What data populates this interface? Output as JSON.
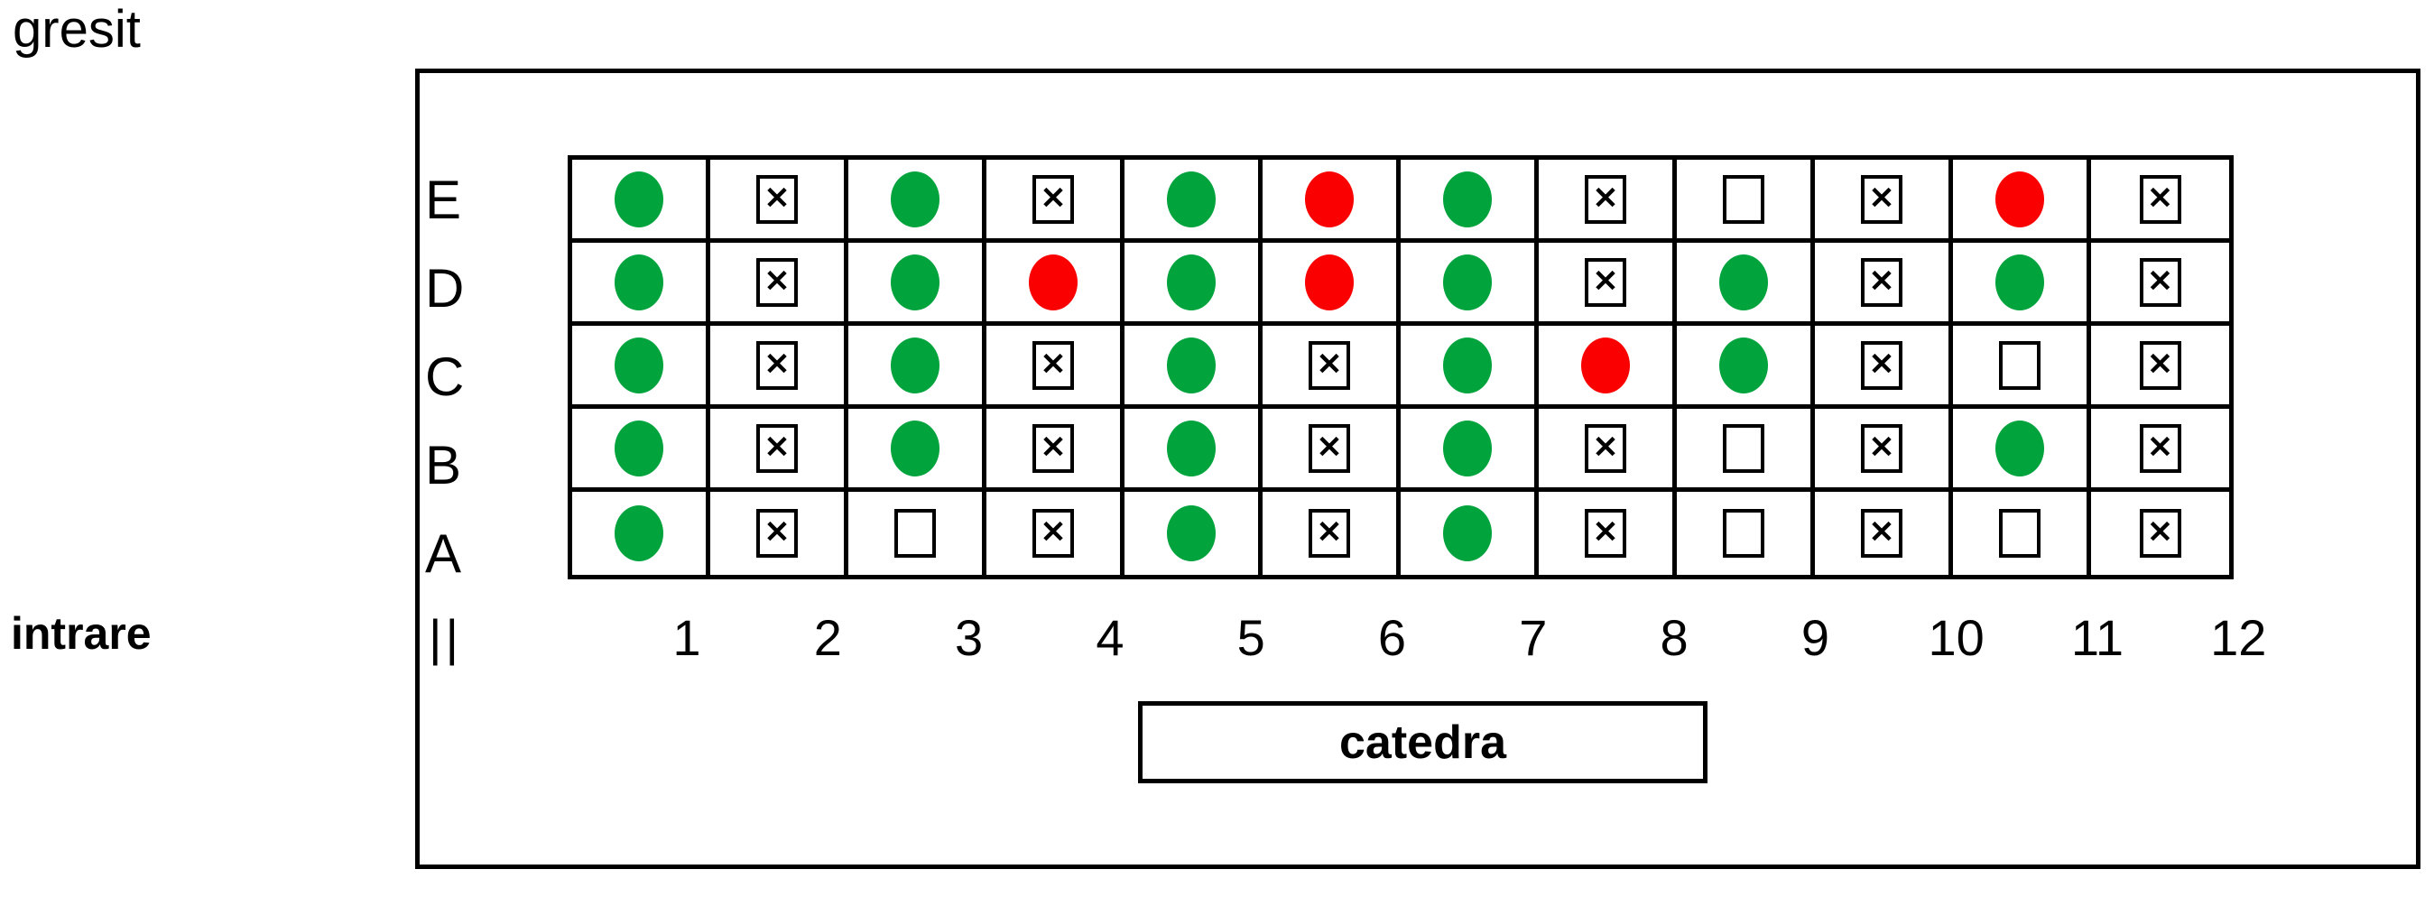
{
  "page": {
    "note": "gresit",
    "entrance_label": "intrare"
  },
  "room": {
    "row_labels": [
      "E",
      "D",
      "C",
      "B",
      "A"
    ],
    "entrance_marker": "||",
    "column_numbers": [
      "1",
      "2",
      "3",
      "4",
      "5",
      "6",
      "7",
      "8",
      "9",
      "10",
      "11",
      "12"
    ],
    "desk_label": "catedra",
    "seats": {
      "legend": {
        "G": "green-circle",
        "R": "red-circle",
        "X": "checked-box",
        "O": "empty-box"
      },
      "x_mark_glyph": "✕",
      "matrix": [
        [
          "G",
          "X",
          "G",
          "X",
          "G",
          "R",
          "G",
          "X",
          "O",
          "X",
          "R",
          "X"
        ],
        [
          "G",
          "X",
          "G",
          "R",
          "G",
          "R",
          "G",
          "X",
          "G",
          "X",
          "G",
          "X"
        ],
        [
          "G",
          "X",
          "G",
          "X",
          "G",
          "X",
          "G",
          "R",
          "G",
          "X",
          "O",
          "X"
        ],
        [
          "G",
          "X",
          "G",
          "X",
          "G",
          "X",
          "G",
          "X",
          "O",
          "X",
          "G",
          "X"
        ],
        [
          "G",
          "X",
          "O",
          "X",
          "G",
          "X",
          "G",
          "X",
          "O",
          "X",
          "O",
          "X"
        ]
      ]
    },
    "colors": {
      "green": "#00a33c",
      "red": "#fb0000",
      "line": "#000000"
    }
  }
}
